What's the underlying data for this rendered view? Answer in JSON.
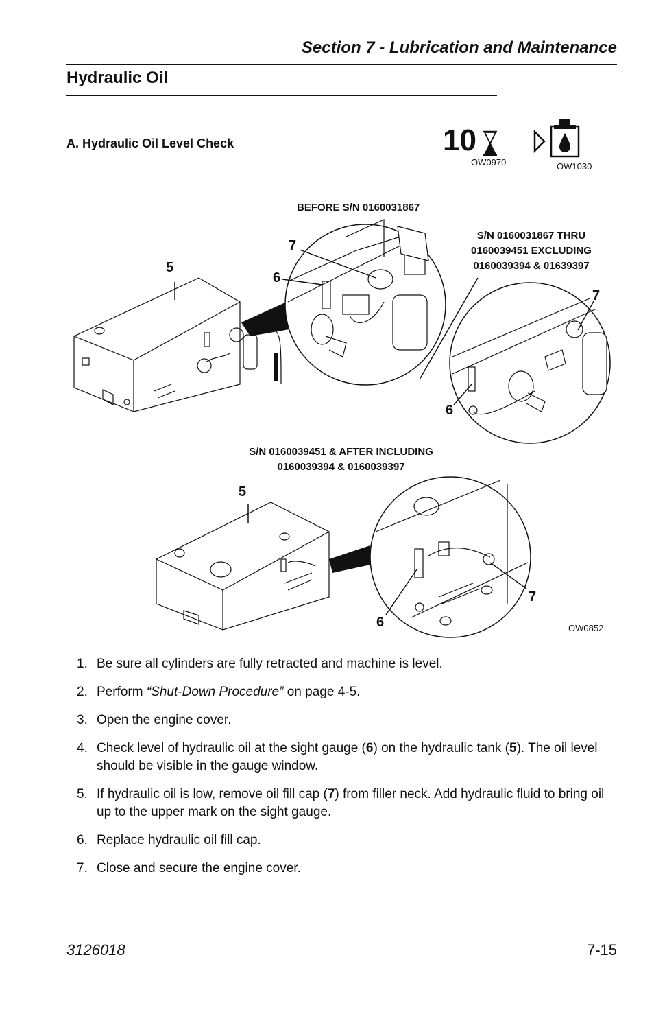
{
  "header": {
    "section": "Section 7 - Lubrication and Maintenance"
  },
  "title": "Hydraulic Oil",
  "subsection": "A. Hydraulic Oil Level Check",
  "interval": {
    "number": "10",
    "icon": "hourglass-icon",
    "code": "OW0970"
  },
  "check_icon": {
    "icon": "oil-level-icon",
    "code": "OW1030"
  },
  "diagram": {
    "label_before": "BEFORE S/N 0160031867",
    "label_thru_1": "S/N 0160031867 THRU",
    "label_thru_2": "0160039451 EXCLUDING",
    "label_thru_3": "0160039394 & 01639397",
    "label_after_1": "S/N 0160039451 & AFTER INCLUDING",
    "label_after_2": "0160039394 & 0160039397",
    "callout_5a": "5",
    "callout_6a": "6",
    "callout_7a": "7",
    "callout_7b": "7",
    "callout_6b": "6",
    "callout_5c": "5",
    "callout_6c": "6",
    "callout_7c": "7",
    "figure_code": "OW0852"
  },
  "steps": [
    {
      "num": "1.",
      "pre": "Be sure all cylinders are fully retracted and machine is level."
    },
    {
      "num": "2.",
      "pre": "Perform ",
      "ital": "“Shut-Down Procedure”",
      "post": " on page 4-5."
    },
    {
      "num": "3.",
      "pre": "Open the engine cover."
    },
    {
      "num": "4.",
      "pre": "Check level of hydraulic oil at the sight gauge (",
      "b1": "6",
      "mid": ") on the hydraulic tank (",
      "b2": "5",
      "post": "). The oil level should be visible in the gauge window."
    },
    {
      "num": "5.",
      "pre": "If hydraulic oil is low, remove oil fill cap (",
      "b1": "7",
      "post": ") from filler neck. Add hydraulic fluid to bring oil up to the upper mark on the sight gauge."
    },
    {
      "num": "6.",
      "pre": "Replace hydraulic oil fill cap."
    },
    {
      "num": "7.",
      "pre": "Close and secure the engine cover."
    }
  ],
  "footer": {
    "doc_number": "3126018",
    "page": "7-15"
  }
}
